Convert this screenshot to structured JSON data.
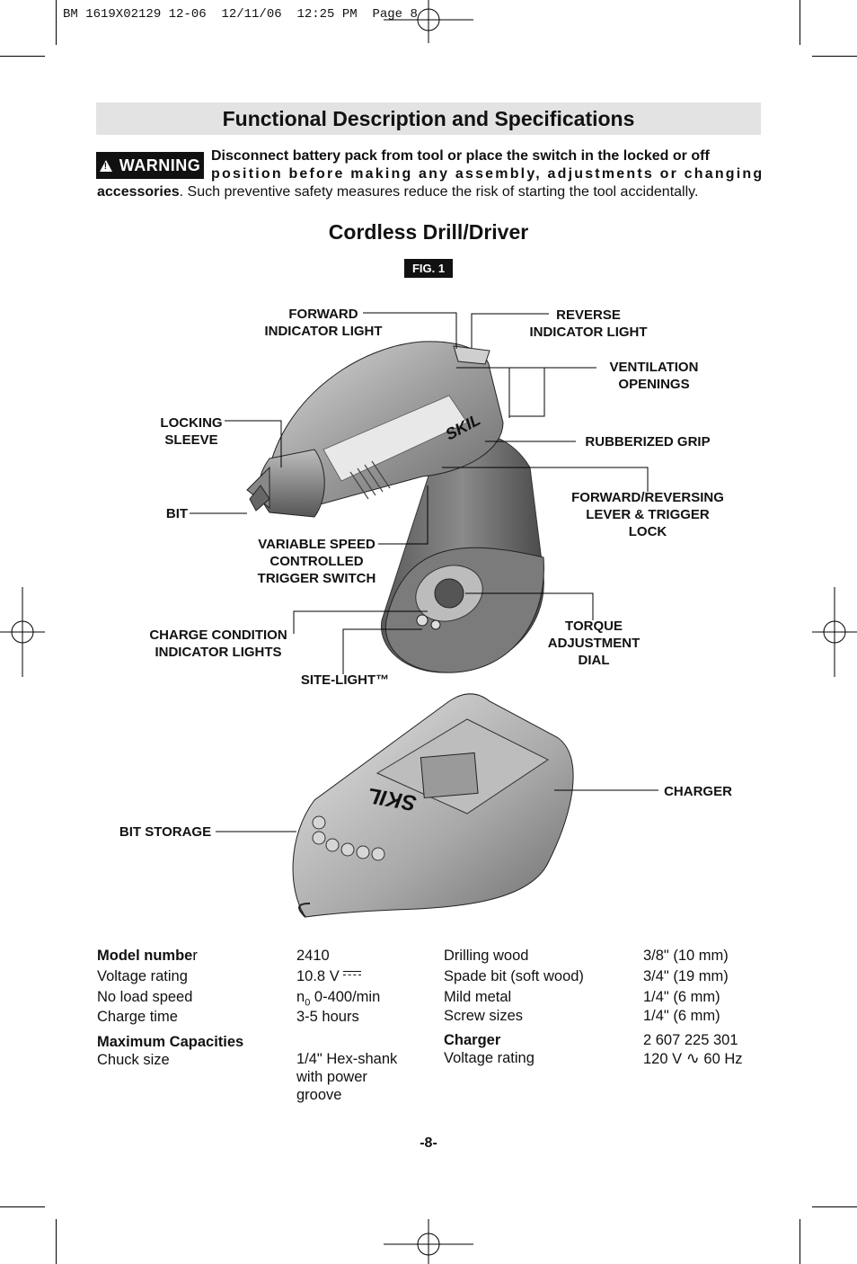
{
  "print_slug": "BM 1619X02129 12-06  12/11/06  12:25 PM  Page 8",
  "header": {
    "title": "Functional Description and Specifications"
  },
  "warning": {
    "badge": "WARNING",
    "line1": "Disconnect battery pack from tool or place the switch in the locked or off",
    "line2": "position before making any assembly, adjustments or changing",
    "line3_bold": "accessories",
    "line3_rest": ". Such preventive safety measures reduce the risk of starting the tool accidentally."
  },
  "figure": {
    "title": "Cordless Drill/Driver",
    "label": "FIG. 1",
    "drill_brand": "SKIL",
    "callouts": {
      "forward_indicator": "FORWARD\nINDICATOR LIGHT",
      "reverse_indicator": "REVERSE\nINDICATOR LIGHT",
      "ventilation": "VENTILATION\nOPENINGS",
      "locking_sleeve": "LOCKING\nSLEEVE",
      "rubberized_grip": "RUBBERIZED GRIP",
      "fwd_rev_lever": "FORWARD/REVERSING\nLEVER & TRIGGER\nLOCK",
      "bit": "BIT",
      "trigger": "VARIABLE SPEED\nCONTROLLED\nTRIGGER SWITCH",
      "charge_lights": "CHARGE CONDITION\nINDICATOR LIGHTS",
      "torque_dial": "TORQUE\nADJUSTMENT\nDIAL",
      "site_light": "SITE-LIGHT™",
      "charger": "CHARGER",
      "bit_storage": "BIT STORAGE"
    }
  },
  "specs": {
    "left": [
      {
        "label_bold": "Model numbe",
        "label_rest": "r",
        "value": "2410"
      },
      {
        "label": "Voltage rating",
        "value": "10.8 V"
      },
      {
        "label": "No load speed",
        "value_prefix": "n",
        "value_sub": "0",
        "value": " 0-400/min"
      },
      {
        "label": "Charge time",
        "value": "3-5 hours"
      },
      {
        "label_bold": "Maximum Capacities"
      },
      {
        "label": "Chuck size",
        "value": "1/4\" Hex-shank\nwith power\ngroove"
      }
    ],
    "right": [
      {
        "label": "Drilling wood",
        "value": "3/8\" (10 mm)"
      },
      {
        "label": "Spade bit (soft wood)",
        "value": "3/4\" (19 mm)"
      },
      {
        "label": "Mild metal",
        "value": "1/4\" (6 mm)"
      },
      {
        "label": "Screw sizes",
        "value": "1/4\" (6 mm)"
      },
      {
        "label_bold": "Charger",
        "value": "2 607 225 301"
      },
      {
        "label": "Voltage rating",
        "value_a": "120 V",
        "value_b": "60 Hz"
      }
    ]
  },
  "page_number": "-8-"
}
